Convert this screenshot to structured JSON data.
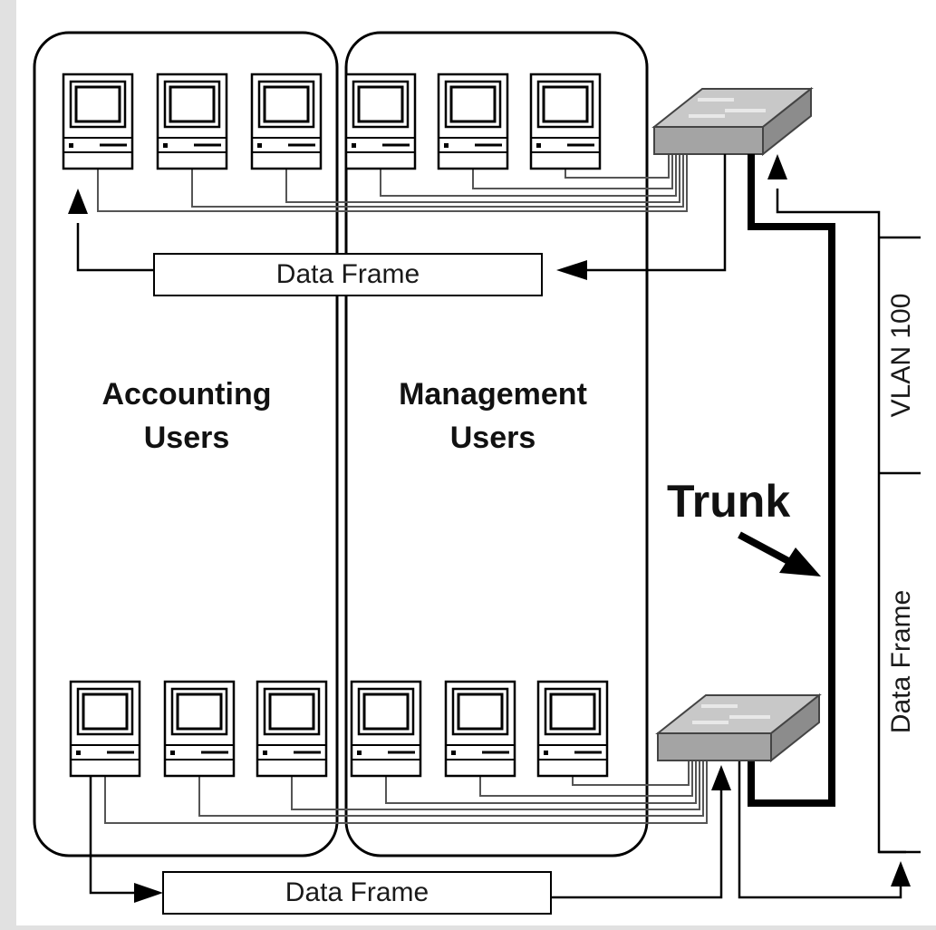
{
  "groups": {
    "accounting": {
      "line1": "Accounting",
      "line2": "Users"
    },
    "management": {
      "line1": "Management",
      "line2": "Users"
    }
  },
  "frames": {
    "top": "Data Frame",
    "bottom": "Data Frame"
  },
  "trunk": {
    "label": "Trunk"
  },
  "side_bar": {
    "vlan": "VLAN 100",
    "frame": "Data Frame"
  },
  "colors": {
    "background": "#e1e1e1",
    "panel": "#ffffff",
    "switch_top": "#c8c8c8",
    "switch_front": "#a4a4a4",
    "line": "#000000"
  },
  "icons": [
    "computer-icon",
    "switch-icon",
    "arrow-icon"
  ]
}
